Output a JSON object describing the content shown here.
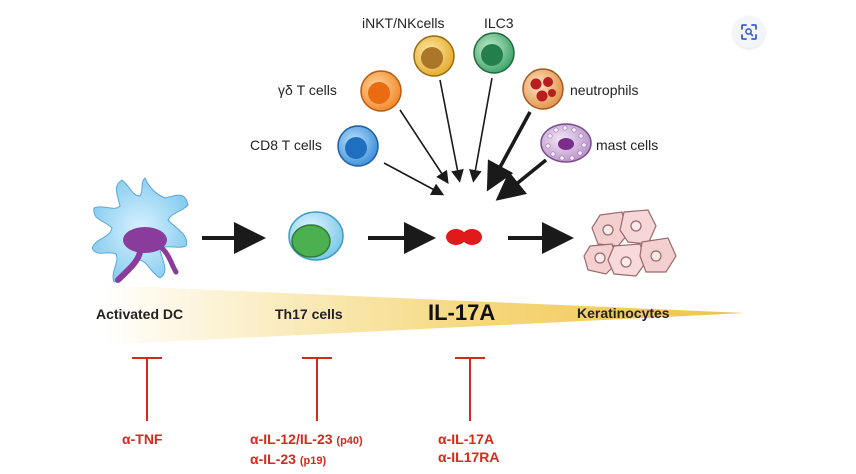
{
  "cells": {
    "inkt_nk": "iNKT/NKcells",
    "ilc3": "ILC3",
    "gd_t": "γδ T cells",
    "neutrophils": "neutrophils",
    "cd8_t": "CD8 T cells",
    "mast": "mast cells"
  },
  "stages": {
    "activated_dc": "Activated DC",
    "th17": "Th17 cells",
    "il17a": "IL-17A",
    "keratinocytes": "Keratinocytes"
  },
  "inhibitors": {
    "tnf": "α-TNF",
    "il12_il23_main": "α-IL-12/IL-23",
    "il12_il23_note": "(p40)",
    "il23_main": "α-IL-23",
    "il23_note": "(p19)",
    "il17a": "α-IL-17A",
    "il17ra": "α-IL17RA"
  },
  "colors": {
    "inhibitor_red": "#d42a1c",
    "gradient_gold": "#f2c94c",
    "arrow": "#1a1a1a"
  },
  "icons": {
    "lens": "lens-search-icon"
  }
}
